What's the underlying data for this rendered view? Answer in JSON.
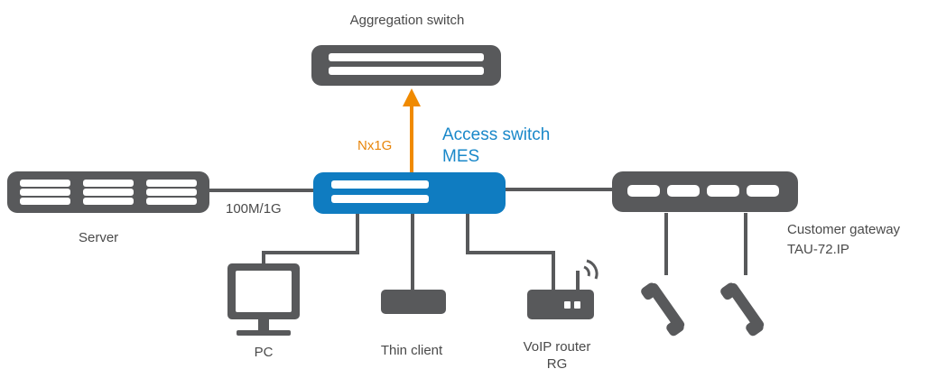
{
  "labels": {
    "aggregation": "Aggregation switch",
    "uplink": "Nx1G",
    "access_line1": "Access switch",
    "access_line2": "MES",
    "server": "Server",
    "server_link": "100M/1G",
    "gateway_line1": "Customer gateway",
    "gateway_line2": "TAU-72.IP",
    "pc": "PC",
    "thin_client": "Thin client",
    "voip_line1": "VoIP router",
    "voip_line2": "RG"
  },
  "colors": {
    "device": "#58595b",
    "access_switch": "#0f7cc1",
    "uplink_arrow": "#f08a00",
    "text": "#4a4a4a",
    "access_text": "#1a88c9",
    "uplink_text": "#e8860b"
  },
  "icons": {
    "aggregation": "rack-switch-icon",
    "access": "rack-switch-icon",
    "server": "server-icon",
    "gateway": "gateway-icon",
    "pc": "monitor-icon",
    "thin_client": "thin-client-icon",
    "voip": "wifi-router-icon",
    "phone": "phone-handset-icon"
  }
}
